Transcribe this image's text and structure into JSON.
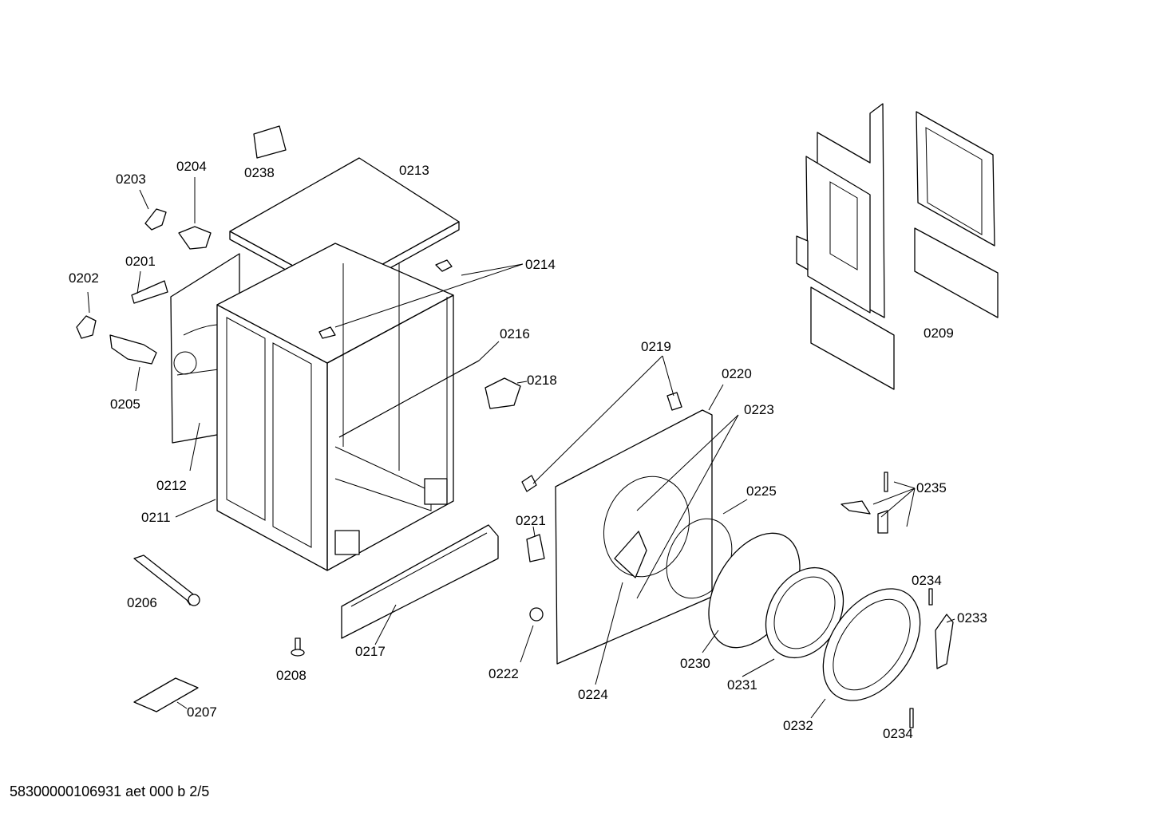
{
  "diagram": {
    "labels": {
      "p0203": "0203",
      "p0204": "0204",
      "p0238": "0238",
      "p0213": "0213",
      "p0201": "0201",
      "p0202": "0202",
      "p0214": "0214",
      "p0216": "0216",
      "p0205": "0205",
      "p0218": "0218",
      "p0219": "0219",
      "p0220": "0220",
      "p0223": "0223",
      "p0212": "0212",
      "p0211": "0211",
      "p0225": "0225",
      "p0235": "0235",
      "p0221": "0221",
      "p0206": "0206",
      "p0234a": "0234",
      "p0233": "0233",
      "p0217": "0217",
      "p0222": "0222",
      "p0208": "0208",
      "p0230": "0230",
      "p0231": "0231",
      "p0224": "0224",
      "p0207": "0207",
      "p0232": "0232",
      "p0234b": "0234",
      "p0209": "0209"
    },
    "footer": "58300000106931 aet 000 b 2/5"
  }
}
